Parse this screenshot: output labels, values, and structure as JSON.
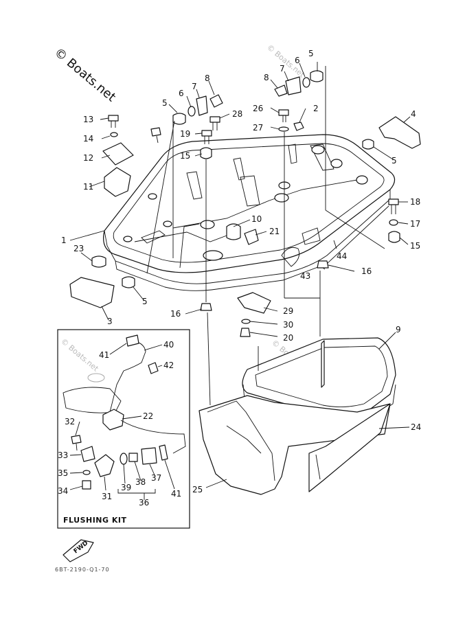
{
  "watermark": {
    "main": "© Boats.net",
    "repeat": "© Boats.net"
  },
  "labels": {
    "l1": "1",
    "l2": "2",
    "l3": "3",
    "l4": "4",
    "l5a": "5",
    "l5b": "5",
    "l5c": "5",
    "l5d": "5",
    "l6a": "6",
    "l6b": "6",
    "l7a": "7",
    "l7b": "7",
    "l8a": "8",
    "l8b": "8",
    "l9": "9",
    "l10": "10",
    "l11": "11",
    "l12": "12",
    "l13": "13",
    "l14": "14",
    "l15a": "15",
    "l15b": "15",
    "l16a": "16",
    "l16b": "16",
    "l17": "17",
    "l18": "18",
    "l19": "19",
    "l20": "20",
    "l21": "21",
    "l22": "22",
    "l23": "23",
    "l24": "24",
    "l25": "25",
    "l26": "26",
    "l27": "27",
    "l28": "28",
    "l29": "29",
    "l30": "30",
    "l31": "31",
    "l32": "32",
    "l33": "33",
    "l34": "34",
    "l35": "35",
    "l36": "36",
    "l37": "37",
    "l38": "38",
    "l39": "39",
    "l40": "40",
    "l41a": "41",
    "l41b": "41",
    "l42": "42",
    "l43": "43",
    "l44": "44"
  },
  "flushing_kit": {
    "title": "FLUSHING KIT"
  },
  "fwd_arrow": {
    "text": "FWD"
  },
  "diagram_code": "6BT-2190-Q1-70"
}
